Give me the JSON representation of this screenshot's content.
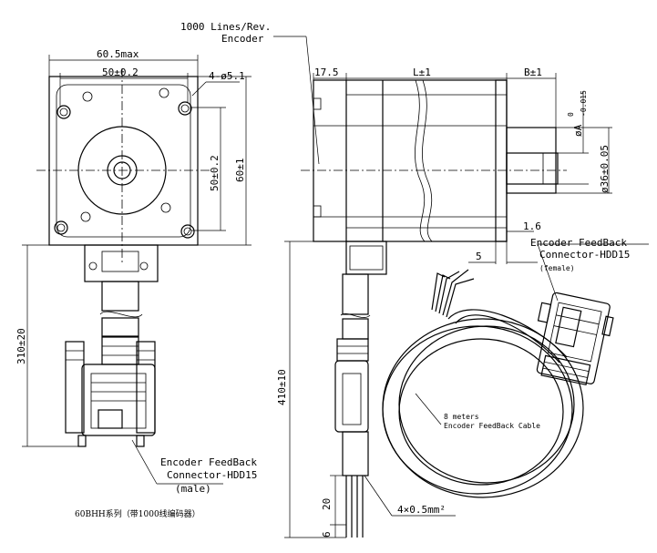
{
  "labels": {
    "encoder_lines": "1000 Lines/Rev.",
    "encoder_word": "Encoder",
    "flange_max": "60.5max",
    "hole_spacing_h": "50±0.2",
    "mount_holes": "4-ø5.1",
    "hole_spacing_v": "50±0.2",
    "flange_height": "60±1",
    "cable_length_left": "310±20",
    "male_conn_line1": "Encoder FeedBack",
    "male_conn_line2": "Connector-HDD15",
    "male_conn_line3": "(male)",
    "model_caption": "60BHH系列（带1000线编码器）",
    "rear_len": "17.5",
    "body_len": "L±1",
    "shaft_len": "B±1",
    "shaft_dia": "øA",
    "shaft_tol_upper": "0",
    "shaft_tol_lower": "-0.015",
    "pilot_dia": "ø36±0.05",
    "pilot_depth": "1.6",
    "front_offset": "5",
    "female_conn_line1": "Encoder FeedBack",
    "female_conn_line2": "Connector-HDD15",
    "female_conn_line3": "(female)",
    "cable_length_right": "410±10",
    "cable_meters": "8 meters",
    "cable_name": "Encoder FeedBack Cable",
    "lead_len": "20",
    "strip_len": "6",
    "wire_spec": "4×0.5mm²"
  }
}
